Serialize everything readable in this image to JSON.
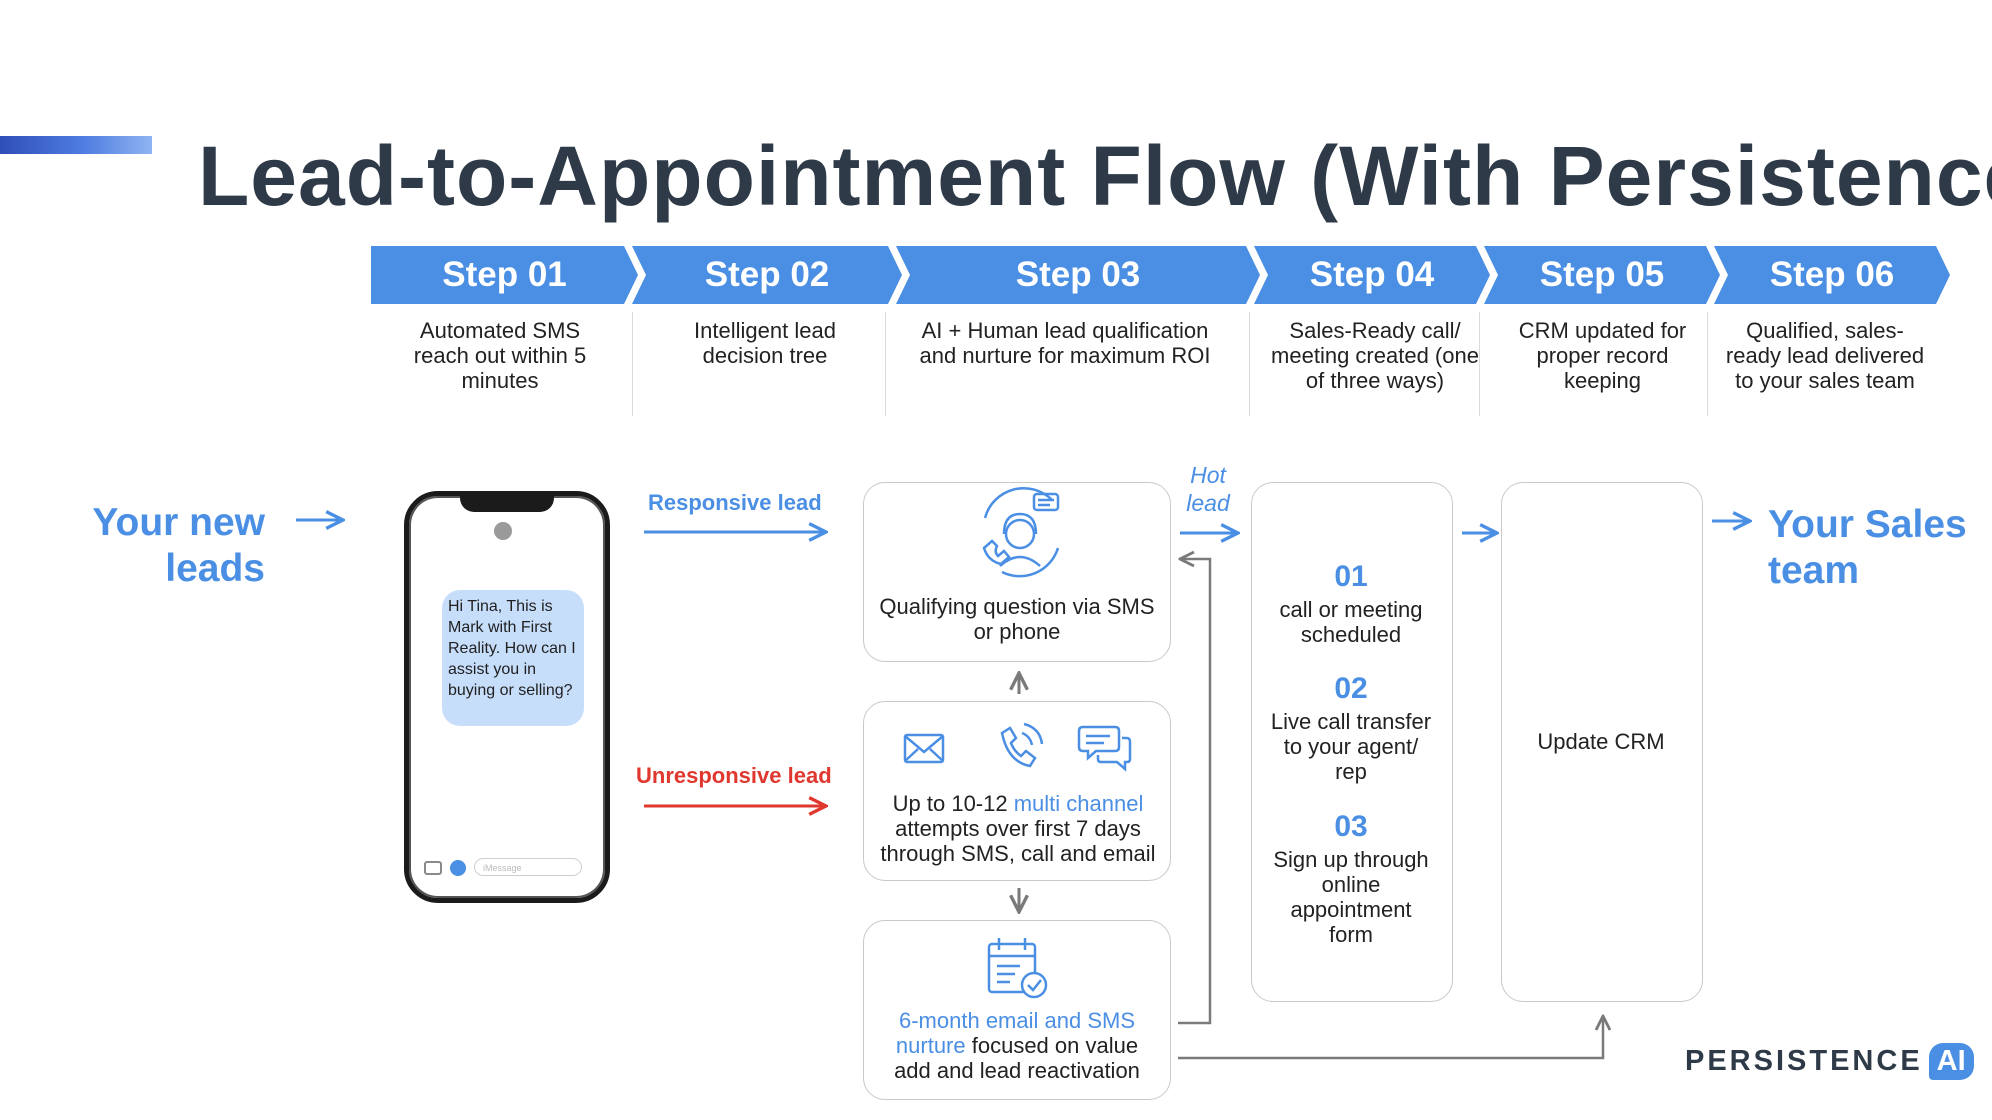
{
  "title": "Lead-to-Appointment Flow (With Persistence)",
  "steps": [
    {
      "label": "Step 01",
      "desc": "Automated SMS reach out within 5 minutes"
    },
    {
      "label": "Step 02",
      "desc": "Intelligent lead decision tree"
    },
    {
      "label": "Step 03",
      "desc": "AI + Human lead qualification and nurture for maximum ROI"
    },
    {
      "label": "Step 04",
      "desc": "Sales-Ready call/ meeting created (one of three ways)"
    },
    {
      "label": "Step 05",
      "desc": "CRM updated for proper record keeping"
    },
    {
      "label": "Step 06",
      "desc": "Qualified, sales-ready lead delivered to your sales team"
    }
  ],
  "left_label": {
    "line1": "Your new",
    "line2": "leads"
  },
  "right_label": {
    "line1": "Your Sales",
    "line2": "team"
  },
  "phone": {
    "message": "Hi Tina, This is Mark with First Reality. How can I assist you in buying or selling?",
    "input_placeholder": "iMessage"
  },
  "lanes": {
    "responsive": "Responsive lead",
    "unresponsive": "Unresponsive lead",
    "hot_line1": "Hot",
    "hot_line2": "lead"
  },
  "boxes": {
    "qualify": "Qualifying question via SMS or phone",
    "multi_prefix": "Up to 10-12 ",
    "multi_highlight": "multi channel",
    "multi_suffix": " attempts over first 7 days through SMS, call and email",
    "nurture_highlight": "6-month email and SMS nurture",
    "nurture_suffix": " focused on value add and lead reactivation",
    "crm": "Update CRM"
  },
  "meeting_options": [
    {
      "num": "01",
      "text": "call or meeting scheduled"
    },
    {
      "num": "02",
      "text": "Live call transfer to your agent/ rep"
    },
    {
      "num": "03",
      "text": "Sign up through online appointment form"
    }
  ],
  "logo": {
    "text": "PERSISTENCE",
    "badge": "AI"
  },
  "colors": {
    "brand_blue": "#4a8fe4",
    "alert_red": "#e0382e",
    "title_dark": "#2e3a48",
    "connector_gray": "#7a7a7a"
  }
}
